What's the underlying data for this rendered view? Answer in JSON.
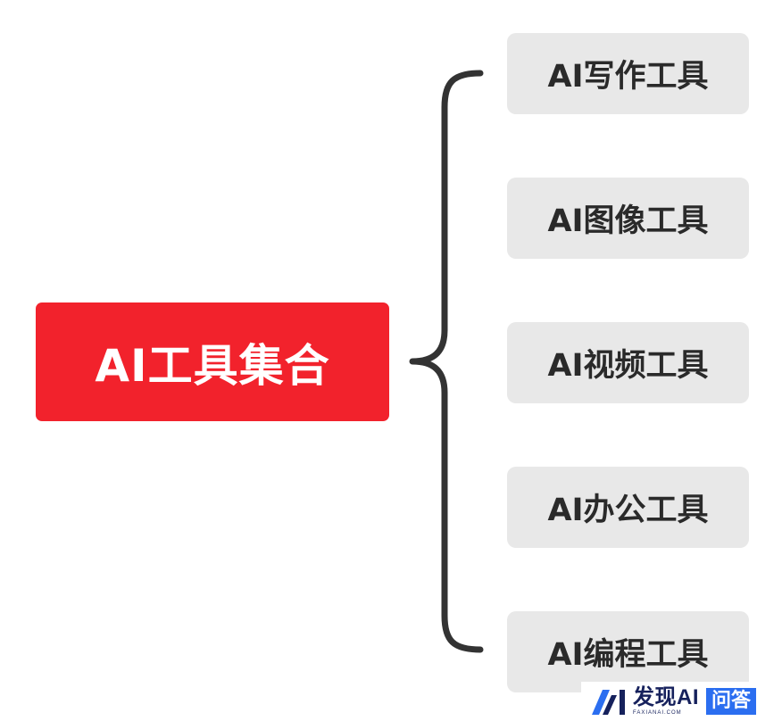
{
  "root": {
    "label": "AI工具集合",
    "color": "#f2222c"
  },
  "children": [
    {
      "label": "AI写作工具"
    },
    {
      "label": "AI图像工具"
    },
    {
      "label": "AI视频工具"
    },
    {
      "label": "AI办公工具"
    },
    {
      "label": "AI编程工具"
    }
  ],
  "watermark": {
    "title": "发现AI",
    "subtitle": "FAXIANAI.COM",
    "badge": "问答",
    "badge_color": "#2b6ef0"
  }
}
